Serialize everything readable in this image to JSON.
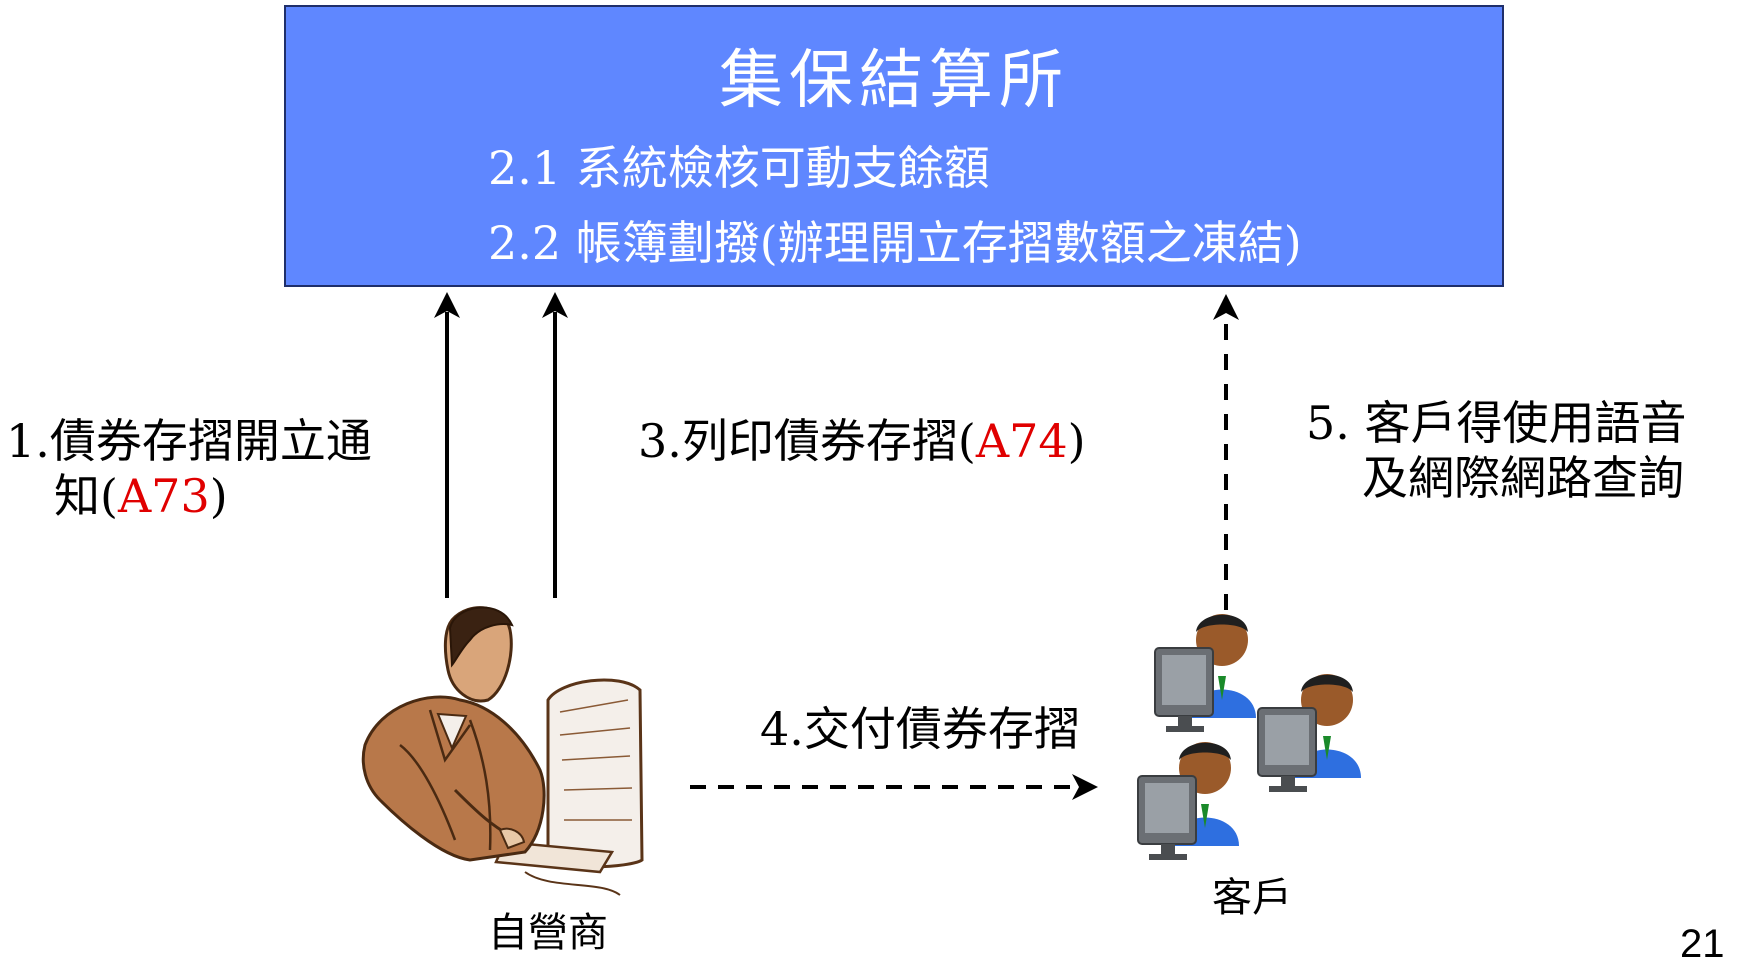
{
  "center": {
    "title": "集保結算所",
    "step_2_1": "2.1 系統檢核可動支餘額",
    "step_2_2": "2.2 帳簿劃撥(辦理開立存摺數額之凍結)"
  },
  "steps": {
    "s1_line1": "1.債券存摺開立通",
    "s1_line2_prefix": "知(",
    "s1_code": "A73",
    "s1_suffix": ")",
    "s3_prefix": "3.列印債券存摺(",
    "s3_code": "A74",
    "s3_suffix": ")",
    "s4": "4.交付債券存摺",
    "s5_line1": "5. 客戶得使用語音",
    "s5_line2": "及網際網路查詢"
  },
  "actors": {
    "dealer": "自營商",
    "clients": "客戶"
  },
  "page_number": "21",
  "colors": {
    "box_fill": "#5f87ff",
    "code_red": "#e00000"
  },
  "icons": {
    "dealer": "person-at-computer-icon",
    "clients": "users-at-computers-icon"
  }
}
